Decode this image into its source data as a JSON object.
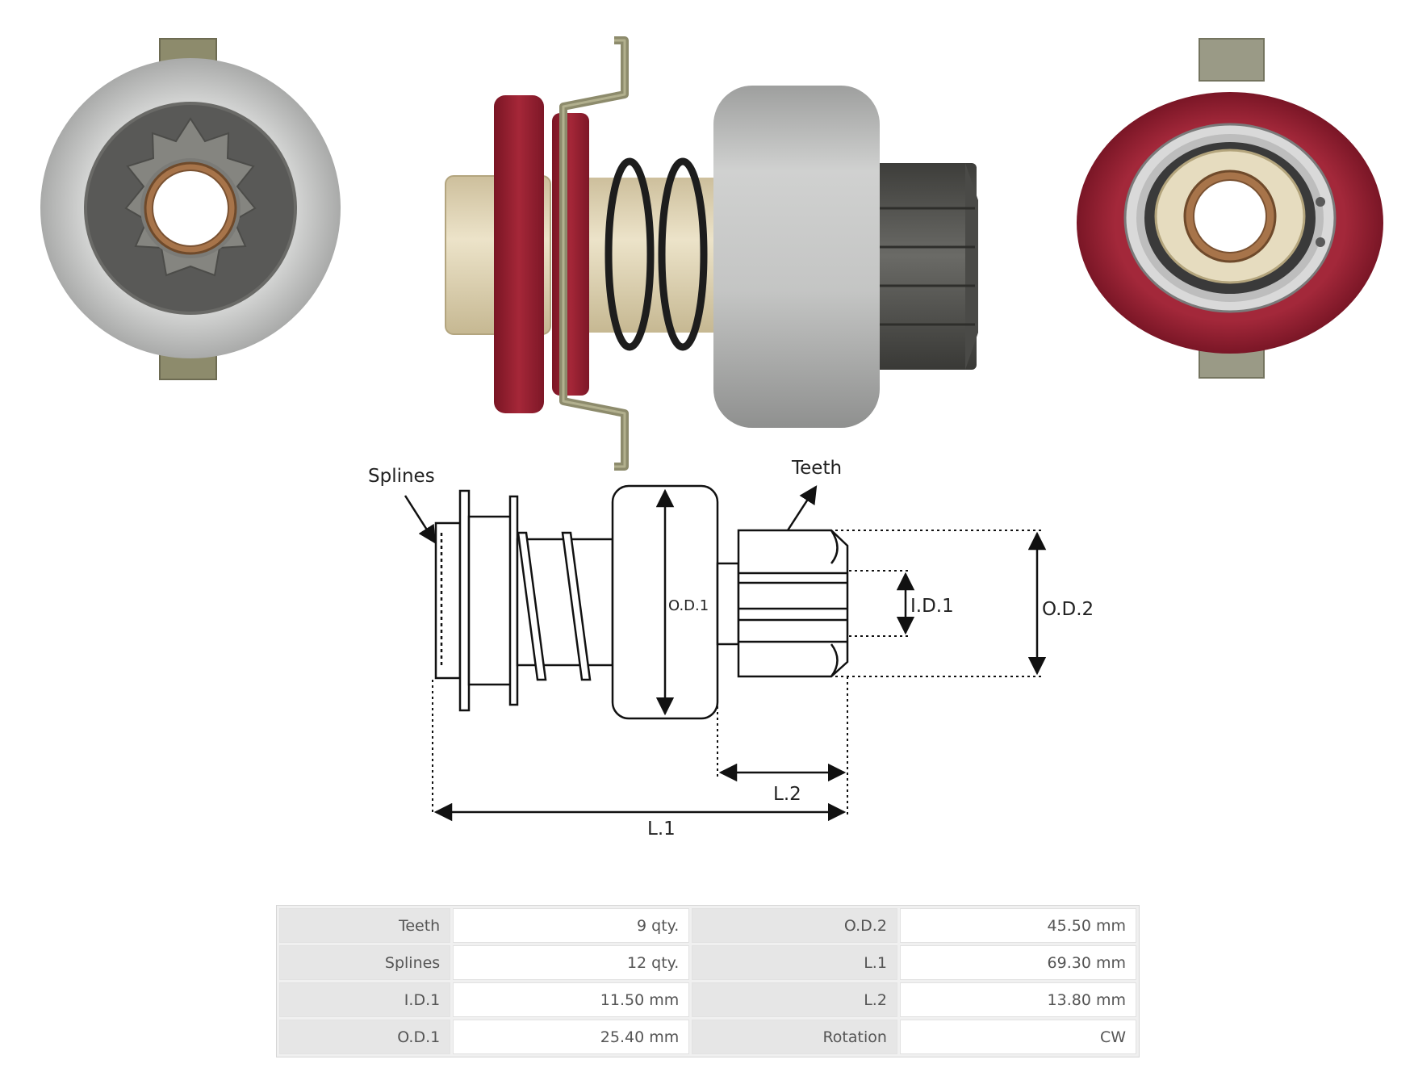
{
  "diagram": {
    "splines_label": "Splines",
    "teeth_label": "Teeth",
    "od1_label": "O.D.1",
    "id1_label": "I.D.1",
    "od2_label": "O.D.2",
    "l1_label": "L.1",
    "l2_label": "L.2"
  },
  "colors": {
    "housing_gray": "#c9cac9",
    "flange_red": "#9b2232",
    "bracket_olive": "#8d8b6c",
    "pinion_dark": "#4e4e4b",
    "sleeve_beige": "#e7dcc0",
    "bushing_bronze": "#a7744a"
  },
  "specs": [
    [
      {
        "label": "Teeth",
        "value": "9 qty."
      },
      {
        "label": "O.D.2",
        "value": "45.50 mm"
      }
    ],
    [
      {
        "label": "Splines",
        "value": "12 qty."
      },
      {
        "label": "L.1",
        "value": "69.30 mm"
      }
    ],
    [
      {
        "label": "I.D.1",
        "value": "11.50 mm"
      },
      {
        "label": "L.2",
        "value": "13.80 mm"
      }
    ],
    [
      {
        "label": "O.D.1",
        "value": "25.40 mm"
      },
      {
        "label": "Rotation",
        "value": "CW"
      }
    ]
  ]
}
